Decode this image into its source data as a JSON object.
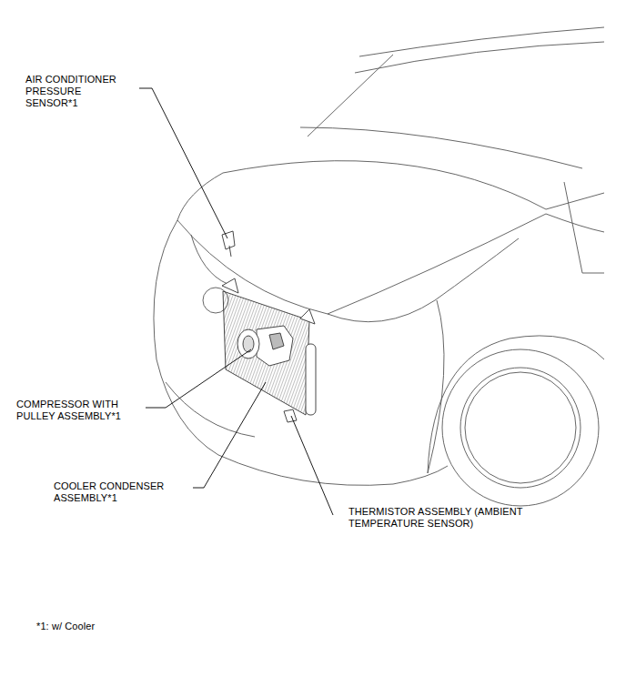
{
  "diagram": {
    "labels": [
      "AIR CONDITIONER PRESSURE SENSOR*1",
      "COMPRESSOR WITH PULLEY ASSEMBLY*1",
      "COOLER CONDENSER ASSEMBLY*1",
      "THERMISTOR ASSEMBLY (AMBIENT TEMPERATURE SENSOR)",
      "*1: w/ Cooler"
    ]
  }
}
